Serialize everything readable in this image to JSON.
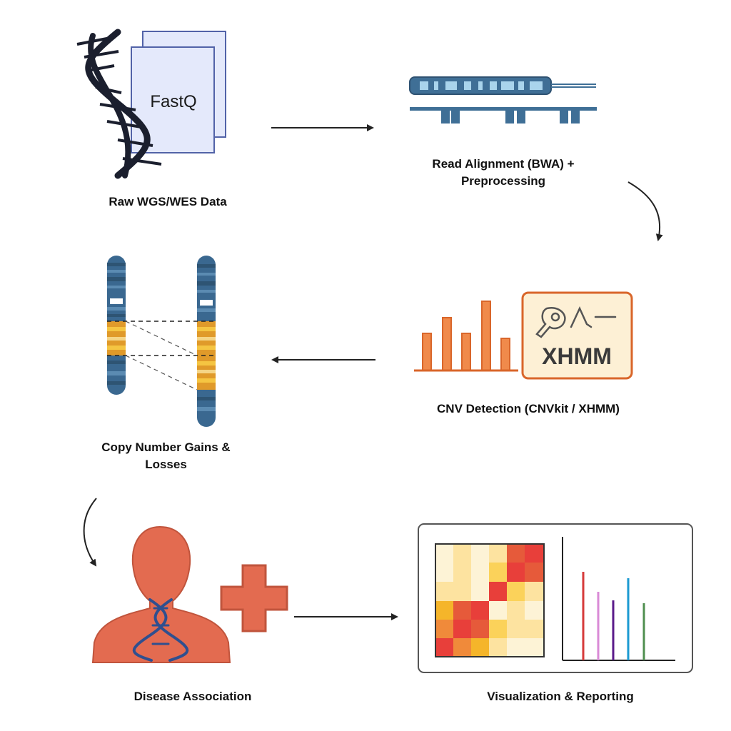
{
  "steps": {
    "raw": {
      "label": "Raw WGS/WES Data",
      "file_text": "FastQ"
    },
    "align": {
      "label_line1": "Read Alignment (BWA) +",
      "label_line2": "Preprocessing"
    },
    "cnv": {
      "label": "CNV Detection (CNVkit / XHMM)",
      "tool_text": "XHMM"
    },
    "gains": {
      "label_line1": "Copy Number Gains &",
      "label_line2": "Losses"
    },
    "disease": {
      "label": "Disease Association"
    },
    "report": {
      "label": "Visualization & Reporting"
    }
  },
  "icons": [
    "dna-icon",
    "fastq-file-icon",
    "read-alignment-icon",
    "bar-chart-icon",
    "xhmm-tool-icon",
    "chromosome-icon",
    "person-icon",
    "medical-cross-icon",
    "heatmap-icon",
    "spectrum-chart-icon"
  ],
  "colors": {
    "navy": "#2b3a67",
    "file_fill": "#e4e9fb",
    "file_stroke": "#5263a8",
    "steel_blue": "#3f6f96",
    "light_blue": "#a9d4ec",
    "orange": "#f08a4b",
    "orange_stroke": "#d9662a",
    "cream": "#fdf0d5",
    "person": "#e36b50",
    "person_stroke": "#c0543c",
    "band_yellow": "#f5c542",
    "band_gold": "#e09a2a"
  }
}
